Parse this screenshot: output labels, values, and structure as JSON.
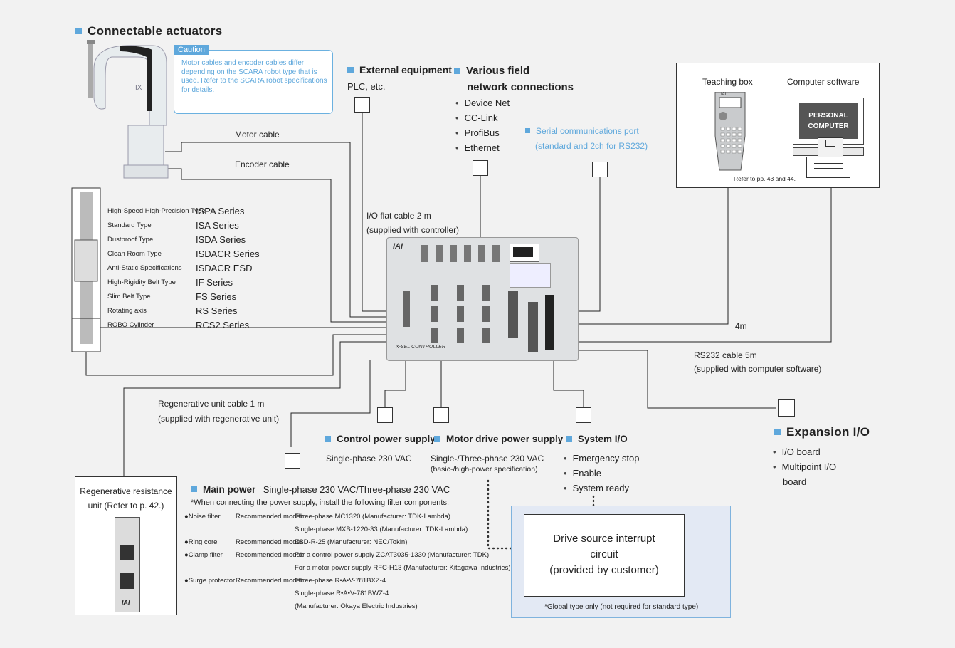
{
  "connectable": {
    "title": "Connectable actuators",
    "caution_tag": "Caution",
    "caution_text": "Motor cables and encoder cables differ depending on the SCARA robot type that is used. Refer to the SCARA robot specifications for details.",
    "motor_cable": "Motor cable",
    "encoder_cable": "Encoder cable",
    "series": [
      {
        "type": "High-Speed High-Precision Type",
        "name": "ISPA Series"
      },
      {
        "type": "Standard Type",
        "name": "ISA Series"
      },
      {
        "type": "Dustproof Type",
        "name": "ISDA Series"
      },
      {
        "type": "Clean Room Type",
        "name": "ISDACR Series"
      },
      {
        "type": "Anti-Static Specifications",
        "name": "ISDACR ESD"
      },
      {
        "type": "High-Rigidity Belt Type",
        "name": "IF Series"
      },
      {
        "type": "Slim Belt Type",
        "name": "FS Series"
      },
      {
        "type": "Rotating axis",
        "name": "RS Series"
      },
      {
        "type": "ROBO Cylinder",
        "name": "RCS2 Series"
      }
    ]
  },
  "external": {
    "title": "External equipment",
    "sub": "PLC, etc."
  },
  "field": {
    "title_line1": "Various field",
    "title_line2": "network connections",
    "items": [
      "Device Net",
      "CC-Link",
      "ProfiBus",
      "Ethernet"
    ]
  },
  "serial": {
    "line1": "Serial communications port",
    "line2": "(standard and 2ch for RS232)"
  },
  "io_flat": {
    "line1": "I/O flat cable  2 m",
    "line2": "(supplied with controller)"
  },
  "teach_panel": {
    "teaching_box": "Teaching box",
    "computer_software": "Computer software",
    "pc_line1": "PERSONAL",
    "pc_line2": "COMPUTER",
    "ref": "Refer to pp. 43 and 44.",
    "pendant_brand": "IAI"
  },
  "cable_4m": "4m",
  "rs232": {
    "line1": "RS232 cable  5m",
    "line2": "(supplied with computer software)"
  },
  "controller": {
    "brand": "IAI",
    "label": "X-SEL CONTROLLER"
  },
  "regen_cable": {
    "line1": "Regenerative unit cable  1 m",
    "line2": "(supplied with regenerative unit)"
  },
  "control_power": {
    "title": "Control power supply",
    "sub": "Single-phase 230 VAC"
  },
  "motor_power": {
    "title": "Motor drive power supply",
    "sub1": "Single-/Three-phase 230 VAC",
    "sub2": "(basic-/high-power specification)"
  },
  "system_io": {
    "title": "System I/O",
    "items": [
      "Emergency stop",
      "Enable",
      "System ready"
    ]
  },
  "expansion": {
    "title": "Expansion I/O",
    "items": [
      "I/O board",
      "Multipoint I/O",
      "board"
    ]
  },
  "regen_unit": {
    "line1": "Regenerative resistance",
    "line2": "unit (Refer to p. 42.)",
    "brand": "IAI"
  },
  "main_power": {
    "title": "Main power",
    "spec": "Single-phase 230 VAC/Three-phase 230 VAC",
    "note": "*When connecting the power supply, install the following filter components.",
    "rows": [
      {
        "name": "●Noise filter",
        "rec": "Recommended model:",
        "model": "Three-phase  MC1320 (Manufacturer: TDK-Lambda)"
      },
      {
        "name": "",
        "rec": "",
        "model": "Single-phase  MXB-1220-33 (Manufacturer: TDK-Lambda)"
      },
      {
        "name": "●Ring core",
        "rec": "Recommended model:",
        "model": "ESD-R-25 (Manufacturer: NEC/Tokin)"
      },
      {
        "name": "●Clamp filter",
        "rec": "Recommended model:",
        "model": "For a control power supply  ZCAT3035-1330 (Manufacturer: TDK)"
      },
      {
        "name": "",
        "rec": "",
        "model": "For a motor power supply  RFC-H13 (Manufacturer: Kitagawa Industries)"
      },
      {
        "name": "●Surge protector",
        "rec": "Recommended model:",
        "model": "Three-phase  R•A•V-781BXZ-4"
      },
      {
        "name": "",
        "rec": "",
        "model": "Single-phase  R•A•V-781BWZ-4"
      },
      {
        "name": "",
        "rec": "",
        "model": "(Manufacturer: Okaya Electric Industries)"
      }
    ]
  },
  "interrupt": {
    "line1": "Drive source interrupt",
    "line2": "circuit",
    "line3": "(provided by customer)",
    "note": "*Global type only (not required for standard type)"
  },
  "colors": {
    "accent": "#5fa8dc",
    "background": "#f2f2f2",
    "interrupt_bg": "#e3e9f4"
  }
}
